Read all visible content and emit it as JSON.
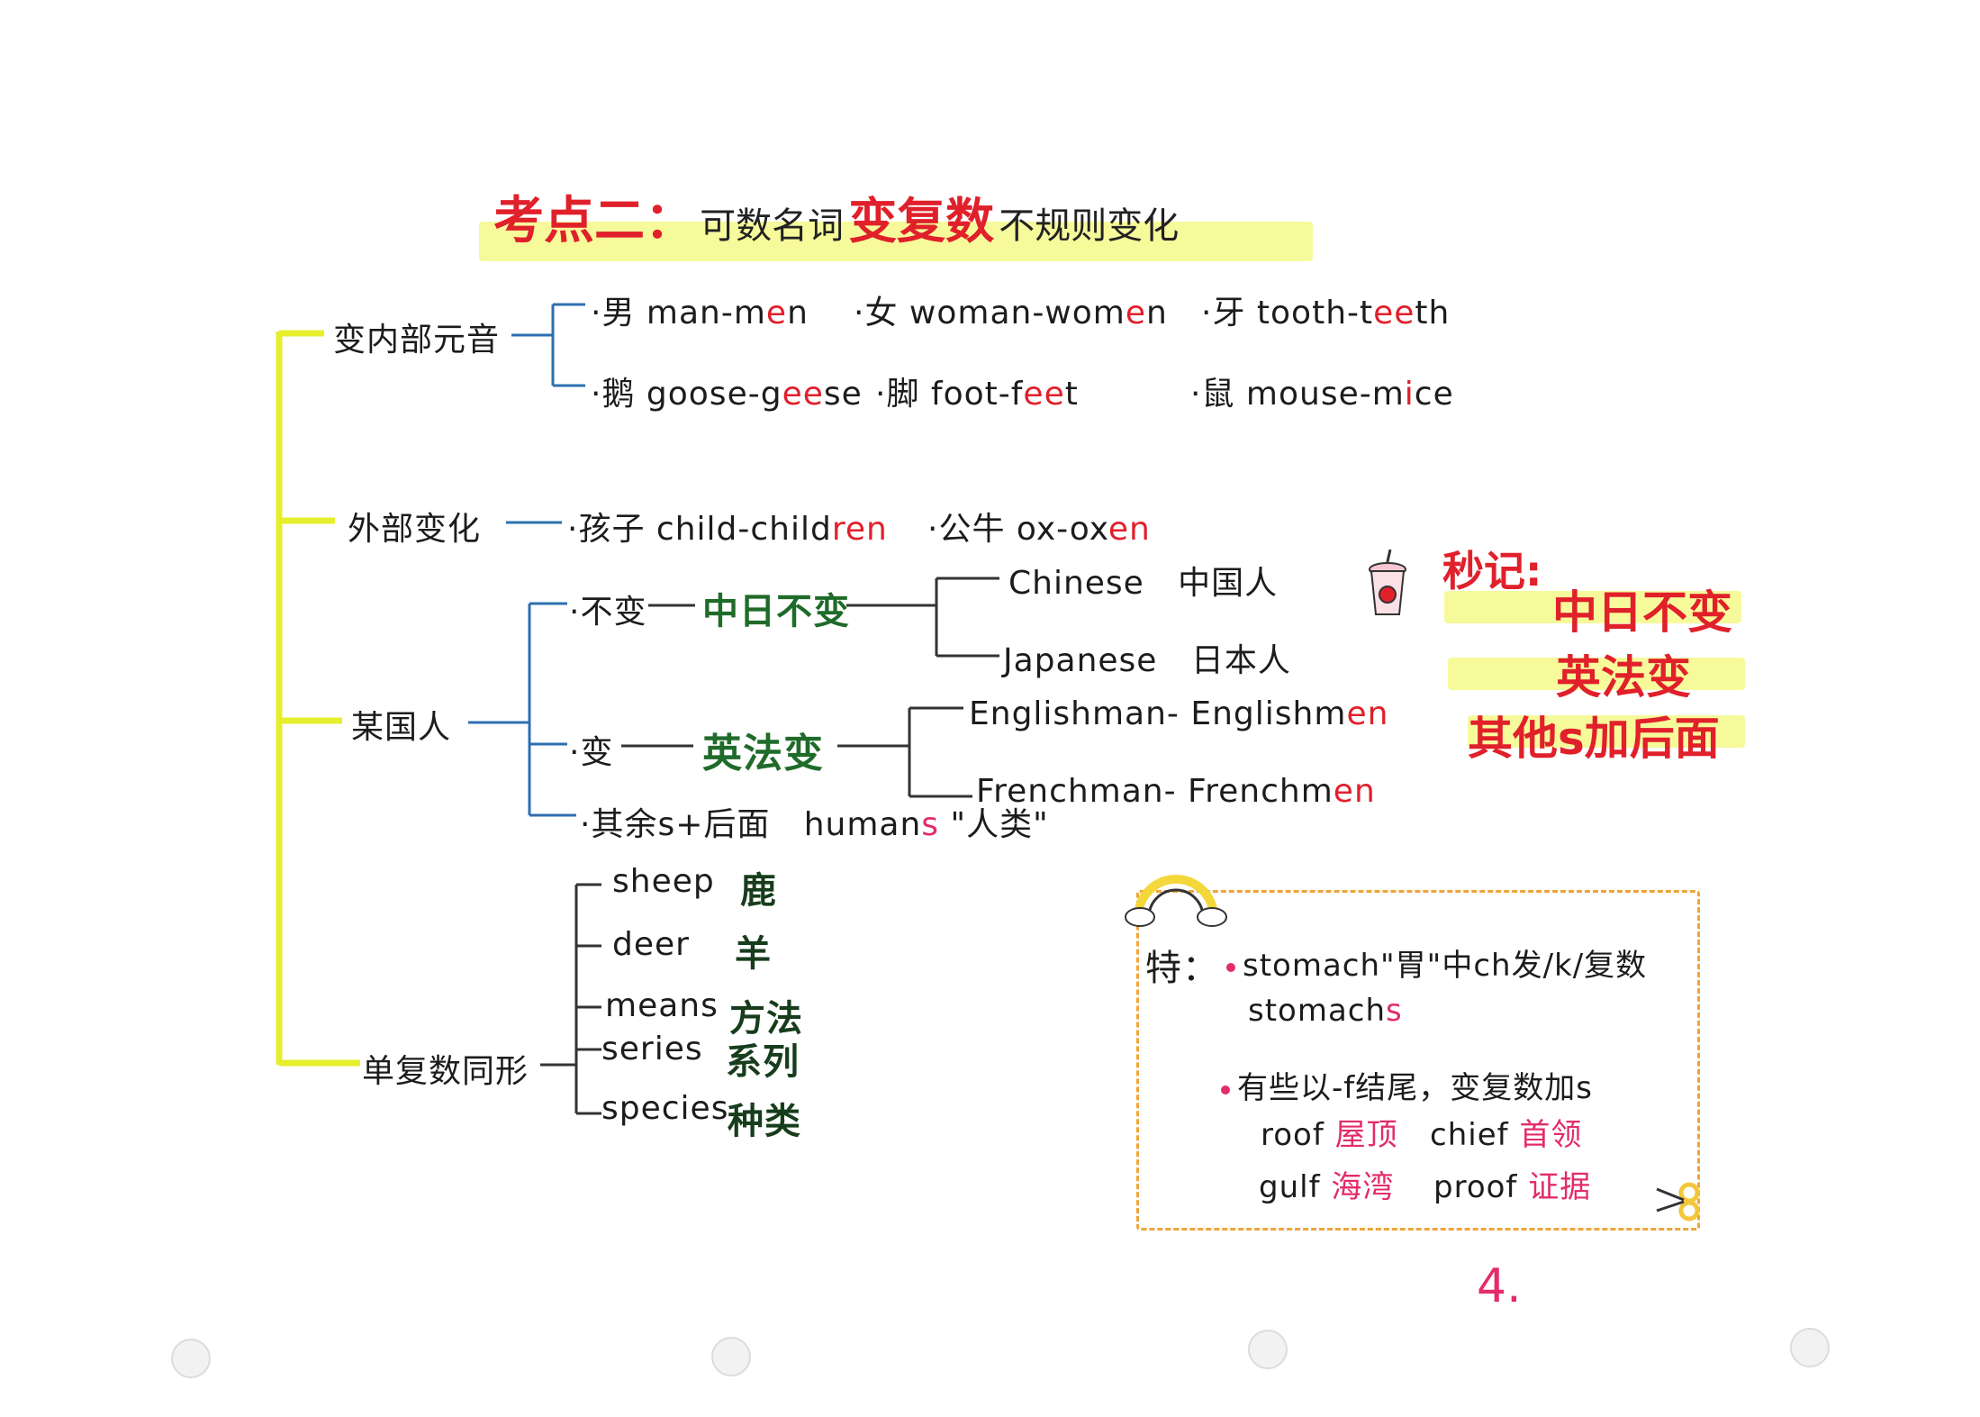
{
  "title": {
    "prefix": "考点二：",
    "part1": "可数名词",
    "part2": "变复数",
    "part3": "不规则变化"
  },
  "branches": {
    "vowel": {
      "label": "变内部元音",
      "items": [
        {
          "cn": "·男",
          "base": "man-m",
          "change": "e",
          "tail": "n"
        },
        {
          "cn": "·女",
          "base": "woman-wom",
          "change": "e",
          "tail": "n"
        },
        {
          "cn": "·牙",
          "base": "tooth-t",
          "change": "ee",
          "tail": "th"
        },
        {
          "cn": "·鹅",
          "base": "goose-g",
          "change": "ee",
          "tail": "se"
        },
        {
          "cn": "·脚",
          "base": "foot-f",
          "change": "ee",
          "tail": "t"
        },
        {
          "cn": "·鼠",
          "base": "mouse-m",
          "change": "i",
          "tail": "ce"
        }
      ]
    },
    "external": {
      "label": "外部变化",
      "items": [
        {
          "cn": "·孩子",
          "base": "child-child",
          "change": "ren"
        },
        {
          "cn": "·公牛",
          "base": "ox-ox",
          "change": "en"
        }
      ]
    },
    "nationality": {
      "label": "某国人",
      "unchanged": {
        "label": "·不变",
        "rule": "中日不变",
        "ex1": "Chinese",
        "ex1_cn": "中国人",
        "ex2": "Japanese",
        "ex2_cn": "日本人"
      },
      "changed": {
        "label": "·变",
        "rule": "英法变",
        "ex1_base": "Englishman- Englishm",
        "ex1_change": "en",
        "ex2_base": "Frenchman- Frenchm",
        "ex2_change": "en"
      },
      "rest": {
        "label": "·其余s+后面",
        "word": "human",
        "suffix": "s",
        "cn": "\"人类\""
      }
    },
    "same": {
      "label": "单复数同形",
      "items": [
        {
          "en": "sheep",
          "cn": "鹿"
        },
        {
          "en": "deer",
          "cn": "羊"
        },
        {
          "en": "means",
          "cn": "方法"
        },
        {
          "en": "series",
          "cn": "系列"
        },
        {
          "en": "species",
          "cn": "种类"
        }
      ]
    }
  },
  "memo": {
    "heading": "秒记:",
    "lines": [
      "中日不变",
      "英法变",
      "其他s加后面"
    ]
  },
  "special": {
    "label": "特：",
    "point1": {
      "text": "stomach\"胃\"中ch发/k/复数",
      "plural_base": "stomach",
      "plural_suffix": "s"
    },
    "point2": {
      "text": "有些以-f结尾，变复数加s",
      "pairs": [
        {
          "en": "roof",
          "cn": "屋顶"
        },
        {
          "en": "chief",
          "cn": "首领"
        },
        {
          "en": "gulf",
          "cn": "海湾"
        },
        {
          "en": "proof",
          "cn": "证据"
        }
      ]
    }
  },
  "page_number": "4.",
  "colors": {
    "accent_red": "#e0202a",
    "pink": "#e32c6a",
    "highlight": "#f4f98a",
    "line_blue": "#2d6fb0",
    "green": "#1f6b2a",
    "box_orange": "#f0a43a"
  }
}
